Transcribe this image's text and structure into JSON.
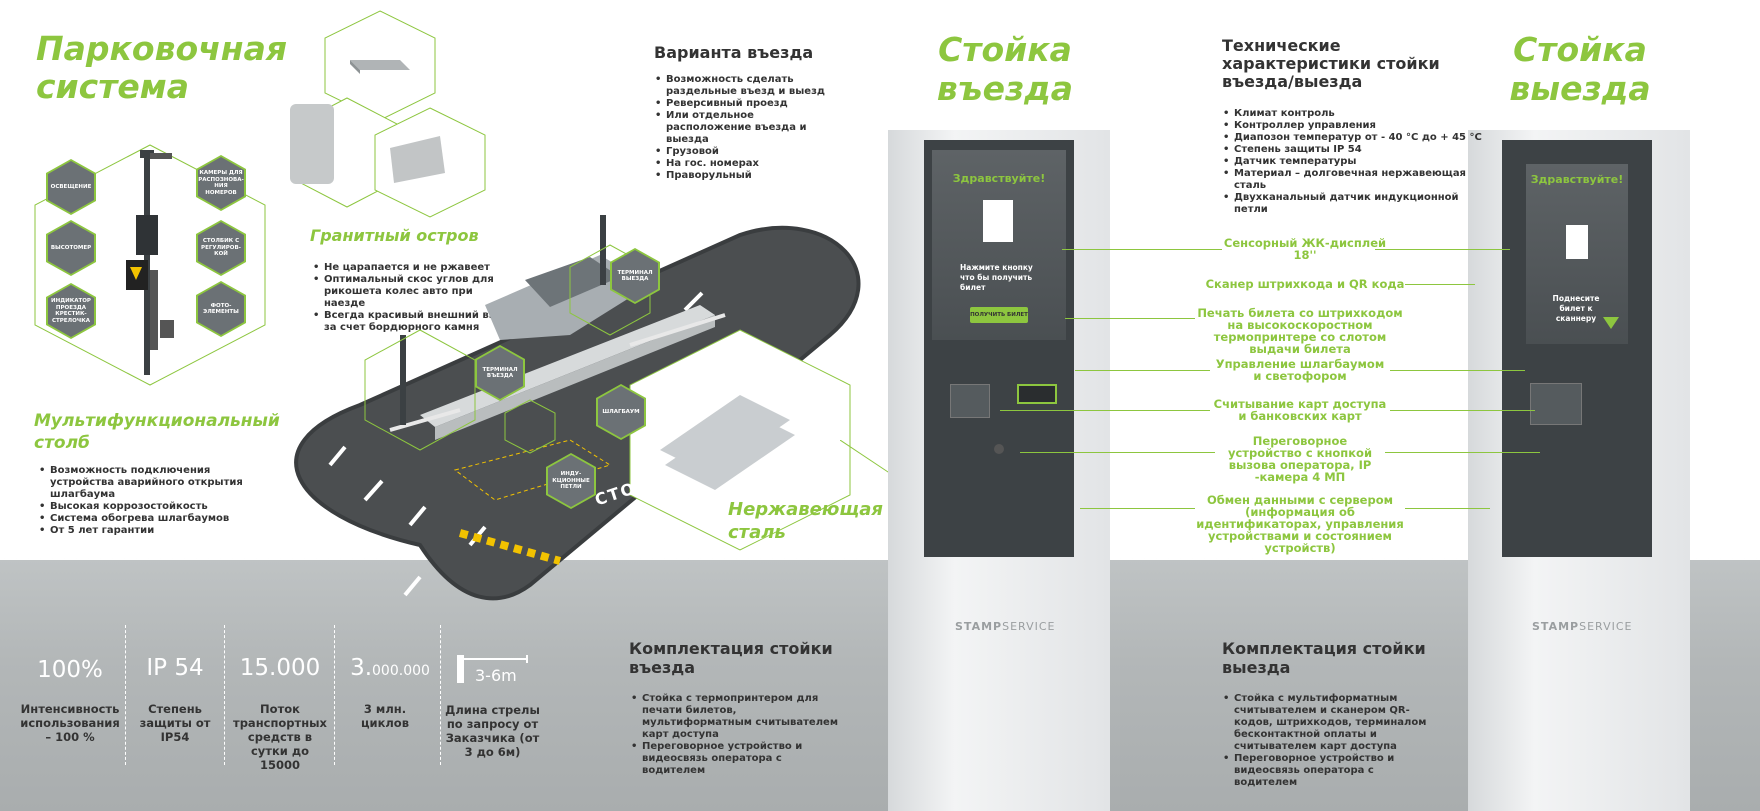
{
  "main_title": "Парковочная система",
  "post": {
    "title": "Мультифункциональный столб",
    "hexes": [
      "ОСВЕЩЕНИЕ",
      "КАМЕРЫ ДЛЯ РАСПОЗНОВА-НИЯ НОМЕРОВ",
      "ВЫСОТОМЕР",
      "СТОЛБИК С РЕГУЛИРОВ-КОЙ",
      "ИНДИКАТОР ПРОЕЗДА КРЕСТИК-СТРЕЛОЧКА",
      "ФОТО-ЭЛЕМЕНТЫ"
    ],
    "items": [
      "Возможность подключения устройства аварийного открытия шлагбаума",
      "Высокая коррозостойкость",
      "Система обогрева шлагбаумов",
      "От 5 лет гарантии"
    ]
  },
  "granite": {
    "title": "Гранитный остров",
    "items": [
      "Не царапается и не ржавеет",
      "Оптимальный скос углов для рикошета колес авто при наезде",
      "Всегда красивый внешний вид за счет бордюрного камня"
    ]
  },
  "entry_variants": {
    "title": "Варианта въезда",
    "items": [
      "Возможность сделать раздельные въезд и выезд",
      "Реверсивный проезд",
      "Или отдельное расположение въезда и выезда",
      "Грузовой",
      "На гос. номерах",
      "Праворульный"
    ]
  },
  "scene_labels": {
    "exit_terminal": "ТЕРМИНАЛ ВЫЕЗДА",
    "entry_terminal": "ТЕРМИНАЛ ВЪЕЗДА",
    "barrier": "ШЛАГБАУМ",
    "loops": "ИНДУ-КЦИОННЫЕ ПЕТЛИ",
    "stop": "СТОП"
  },
  "steel": {
    "title": "Нержавеющая сталь"
  },
  "stats": [
    {
      "value": "100%",
      "text": "Интенсивность использования – 100 %"
    },
    {
      "value": "IP 54",
      "text": "Степень защиты от IP54"
    },
    {
      "value": "15.000",
      "text": "Поток транспортных средств в сутки до 15000"
    },
    {
      "value_big": "3.",
      "value_small": "000.000",
      "text": "3 млн. циклов"
    },
    {
      "value": "3-6m",
      "text": "Длина стрелы по запросу от Заказчика (от 3 до 6м)"
    }
  ],
  "entry_kiosk": {
    "title": "Стойка въезда",
    "screen_greeting": "Здравствуйте!",
    "screen_text": "Нажмите кнопку что бы получить билет",
    "screen_button": "ПОЛУЧИТЬ БИЛЕТ",
    "brand_a": "STAMP",
    "brand_b": "SERVICE"
  },
  "exit_kiosk": {
    "title": "Стойка выезда",
    "screen_greeting": "Здравствуйте!",
    "screen_text": "Поднесите билет к сканнеру",
    "brand_a": "STAMP",
    "brand_b": "SERVICE"
  },
  "tech": {
    "title": "Технические характеристики стойки въезда/выезда",
    "items": [
      "Климат контроль",
      "Контроллер управления",
      "Диапозон температур от - 40 °С до + 45 °С",
      "Степень защиты IP 54",
      "Датчик температуры",
      "Материал – долговечная нержавеющая сталь",
      "Двухканальный датчик индукционной петли"
    ]
  },
  "features": [
    "Сенсорный ЖК-дисплей 18''",
    "Сканер штрихкода и QR кода",
    "Печать билета со штрихкодом на высокоскоростном термопринтере со слотом выдачи билета",
    "Управление шлагбаумом и светофором",
    "Считывание карт доступа и банковских карт",
    "Переговорное устройство с кнопкой вызова оператора, IP -камера 4 МП",
    "Обмен данными с сервером (информация об идентификаторах, управления устройствами и состоянием устройств)"
  ],
  "entry_kit": {
    "title": "Комплектация стойки въезда",
    "items": [
      "Стойка с термопринтером для печати билетов, мультиформатным считывателем карт доступа",
      "Переговорное устройство и видеосвязь оператора с водителем"
    ]
  },
  "exit_kit": {
    "title": "Комплектация стойки выезда",
    "items": [
      "Стойка с мультиформатным считывателем и сканером QR-кодов, штрихкодов, терминалом бесконтактной оплаты и считывателем карт доступа",
      "Переговорное устройство и видеосвязь оператора с водителем"
    ]
  },
  "colors": {
    "accent": "#8dc63f",
    "text": "#333333",
    "band": "#b3b7b8"
  }
}
